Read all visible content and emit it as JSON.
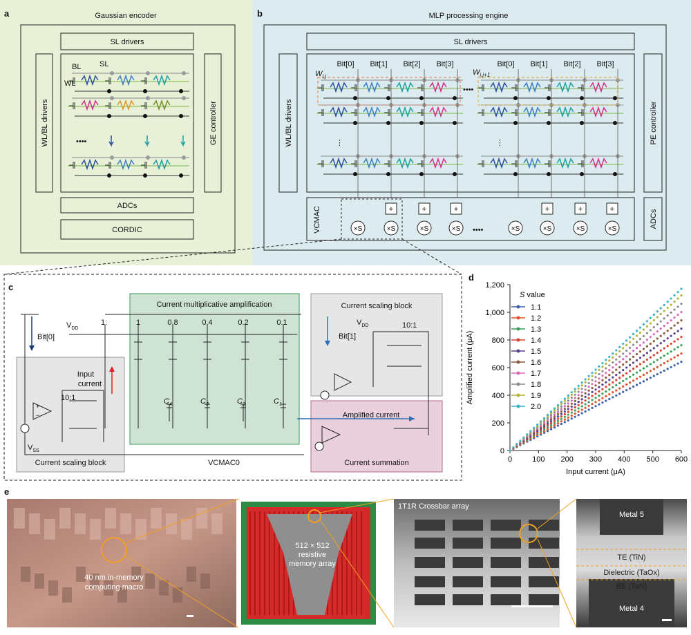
{
  "panels": {
    "a": "a",
    "b": "b",
    "c": "c",
    "d": "d",
    "e": "e"
  },
  "encoder": {
    "title": "Gaussian encoder",
    "sl_drivers": "SL drivers",
    "wlbl_drivers": "WL/BL drivers",
    "ge_controller": "GE controller",
    "adcs": "ADCs",
    "cordic": "CORDIC",
    "bl": "BL",
    "sl": "SL",
    "wl": "WL",
    "dots": "••••"
  },
  "mlp": {
    "title": "MLP processing engine",
    "sl_drivers": "SL drivers",
    "wlbl_drivers": "WL/BL drivers",
    "pe_controller": "PE controller",
    "adcs": "ADCs",
    "vcmac": "VCMAC",
    "bits": [
      "Bit[0]",
      "Bit[1]",
      "Bit[2]",
      "Bit[3]",
      "Bit[0]",
      "Bit[1]",
      "Bit[2]",
      "Bit[3]"
    ],
    "w_ij": "W",
    "w_ij_sub": "i,j",
    "w_ij1": "W",
    "w_ij1_sub": "i,j+1",
    "mult": "×S",
    "plus": "+",
    "dots": "••••"
  },
  "vcmac_detail": {
    "current_mult_amp": "Current multiplicative amplification",
    "ratios": [
      "1",
      "0.8",
      "0.4",
      "0.2",
      "0.1"
    ],
    "one_colon": "1:",
    "caps": [
      "C4",
      "C3",
      "C2",
      "C1"
    ],
    "cap_letter": "C",
    "cap_subs": [
      "4",
      "3",
      "2",
      "1"
    ],
    "vdd": "V",
    "vdd_sub": "DD",
    "vss": "V",
    "vss_sub": "SS",
    "bit0": "Bit[0]",
    "bit1": "Bit[1]",
    "input_current": "Input current",
    "input_current_l1": "Input",
    "input_current_l2": "current",
    "ratio_10_1": "10:1",
    "current_scaling_block": "Current scaling block",
    "amplified_current": "Amplified current",
    "current_summation": "Current summation",
    "vcmac0": "VCMAC0"
  },
  "chart_data": {
    "type": "scatter",
    "xlabel": "Input current (μA)",
    "ylabel": "Amplified current (μA)",
    "xlim": [
      0,
      600
    ],
    "ylim": [
      0,
      1200
    ],
    "xticks": [
      0,
      100,
      200,
      300,
      400,
      500,
      600
    ],
    "yticks": [
      0,
      200,
      400,
      600,
      800,
      1000,
      1200
    ],
    "xtick_labels": [
      "0",
      "100",
      "200",
      "300",
      "400",
      "500",
      "600"
    ],
    "ytick_labels": [
      "0",
      "200",
      "400",
      "600",
      "800",
      "1,000",
      "1,200"
    ],
    "legend_title": "S value",
    "legend_position": "top-left",
    "grid": false,
    "series": [
      {
        "name": "1.1",
        "slope": 1.07,
        "color": "#3d5fa8"
      },
      {
        "name": "1.2",
        "slope": 1.17,
        "color": "#e0532c"
      },
      {
        "name": "1.3",
        "slope": 1.27,
        "color": "#3aa05a"
      },
      {
        "name": "1.4",
        "slope": 1.37,
        "color": "#d8402f"
      },
      {
        "name": "1.5",
        "slope": 1.47,
        "color": "#5a3f8f"
      },
      {
        "name": "1.6",
        "slope": 1.57,
        "color": "#8a5a3c"
      },
      {
        "name": "1.7",
        "slope": 1.67,
        "color": "#d66bb8"
      },
      {
        "name": "1.8",
        "slope": 1.77,
        "color": "#8c8c8c"
      },
      {
        "name": "1.9",
        "slope": 1.87,
        "color": "#b6b23a"
      },
      {
        "name": "2.0",
        "slope": 1.95,
        "color": "#3ab3c8"
      }
    ]
  },
  "photos": {
    "macro_label_l1": "40 nm in-memory",
    "macro_label_l2": "computing macro",
    "array_label_l1": "512 × 512",
    "array_label_l2": "resistive",
    "array_label_l3": "memory array",
    "crossbar": "1T1R Crossbar array",
    "metal5": "Metal 5",
    "te": "TE (TiN)",
    "dielectric": "Dielectric (TaOx)",
    "be": "BE (TaN)",
    "metal4": "Metal 4"
  },
  "colors": {
    "encoder_bg": "#e8f0d8",
    "mlp_bg": "#dcebef",
    "green_block": "#cfe3d5",
    "gray_block": "#e6e6e6",
    "pink_block": "#ead0dc",
    "accent_blue": "#2f6fb5",
    "red_arrow": "#e02020"
  }
}
